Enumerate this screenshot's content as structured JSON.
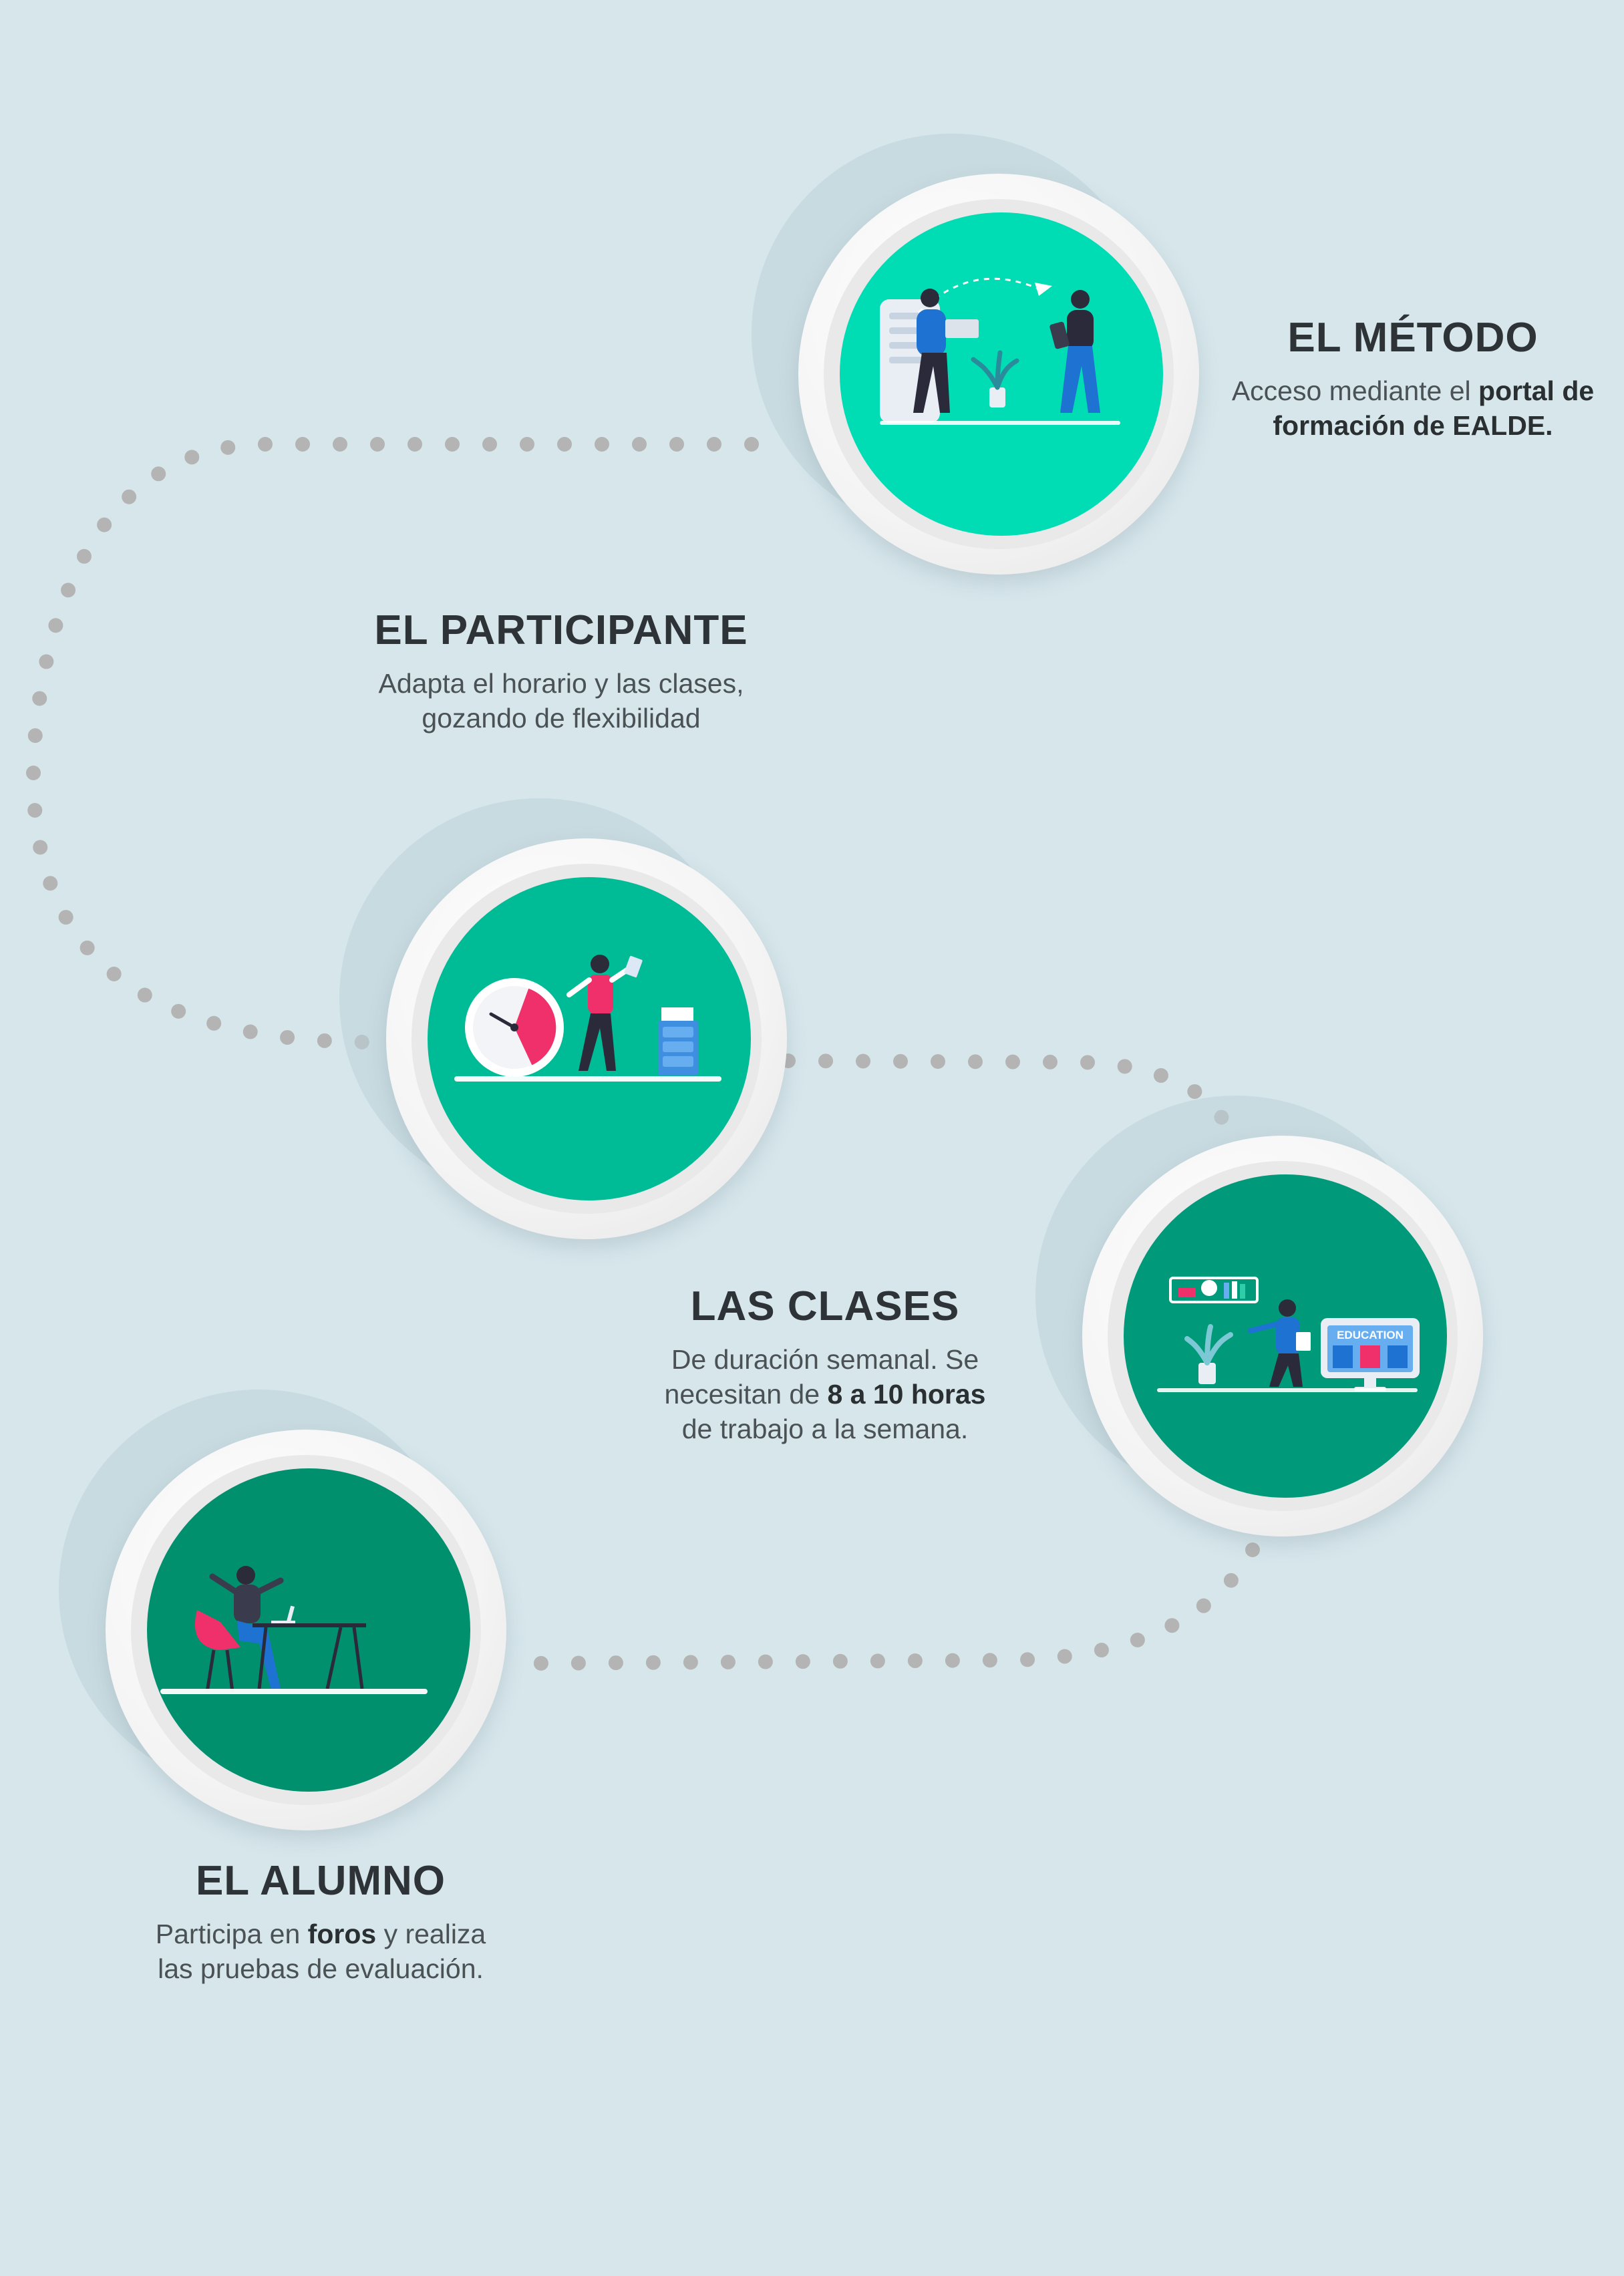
{
  "colors": {
    "background": "#d6e6eb",
    "metodo_disc": "#00dcb4",
    "participante_disc": "#00bc96",
    "clases_disc": "#009a7a",
    "alumno_disc": "#00906e",
    "path_dots": "#b4b4b4"
  },
  "steps": [
    {
      "title": "EL MÉTODO",
      "text_before": "Acceso mediante el ",
      "text_bold": "portal de formación de EALDE.",
      "text_after": "",
      "icon": "meeting-handoff-illustration"
    },
    {
      "title": "EL PARTICIPANTE",
      "line1": "Adapta el horario y las clases,",
      "line2": "gozando de flexibilidad",
      "icon": "clock-schedule-illustration"
    },
    {
      "title": "LAS CLASES",
      "line1": "De duración semanal. Se",
      "line2_before": "necesitan de ",
      "line2_bold": "8 a 10 horas",
      "line3": "de trabajo a la semana.",
      "icon": "education-screen-illustration",
      "screen_label": "EDUCATION"
    },
    {
      "title": "EL ALUMNO",
      "line1_before": "Participa en ",
      "line1_bold": "foros",
      "line1_after": " y realiza",
      "line2": "las pruebas de evaluación.",
      "icon": "student-desk-illustration"
    }
  ]
}
